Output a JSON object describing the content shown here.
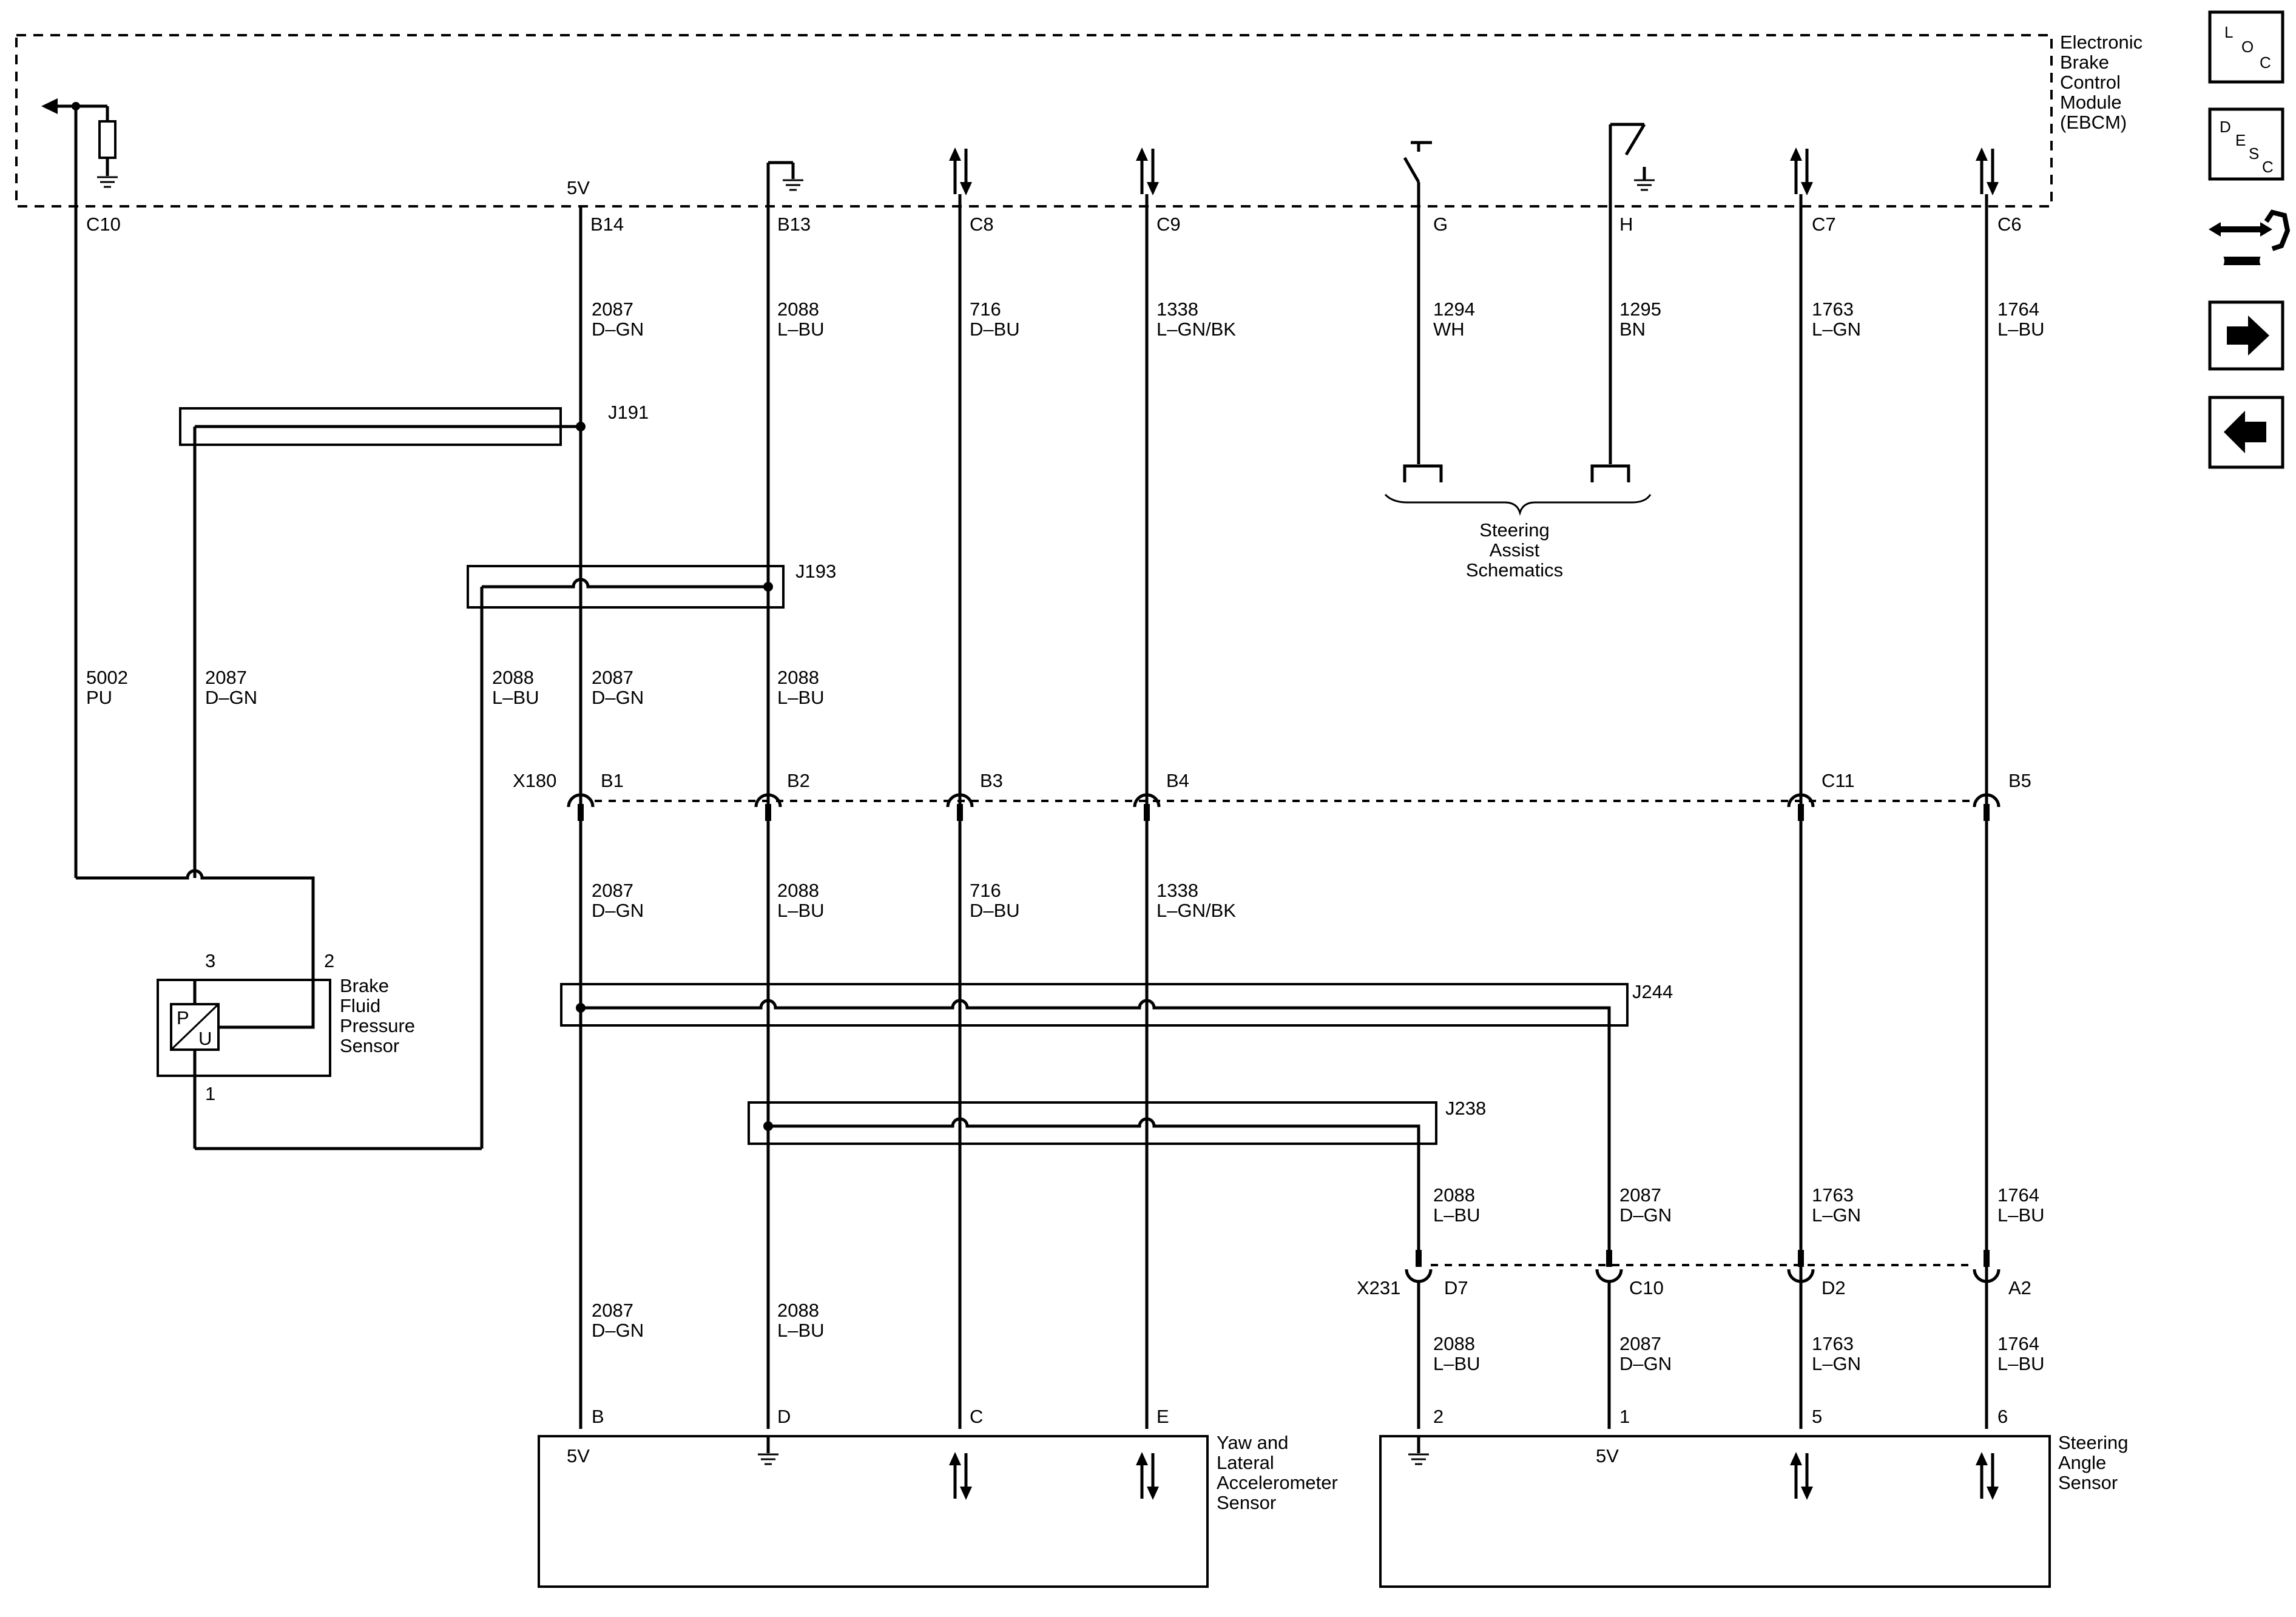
{
  "module": {
    "name_lines": [
      "Electronic",
      "Brake",
      "Control",
      "Module",
      "(EBCM)"
    ],
    "pins": [
      "C10",
      "B14",
      "B13",
      "C8",
      "C9",
      "G",
      "H",
      "C7",
      "C6"
    ],
    "labels": {
      "b14_voltage": "5V"
    }
  },
  "wires_top": [
    {
      "circuit": "2087",
      "color": "D–GN"
    },
    {
      "circuit": "2088",
      "color": "L–BU"
    },
    {
      "circuit": "716",
      "color": "D–BU"
    },
    {
      "circuit": "1338",
      "color": "L–GN/BK"
    },
    {
      "circuit": "1294",
      "color": "WH"
    },
    {
      "circuit": "1295",
      "color": "BN"
    },
    {
      "circuit": "1763",
      "color": "L–GN"
    },
    {
      "circuit": "1764",
      "color": "L–BU"
    }
  ],
  "splices": {
    "j191": "J191",
    "j193": "J193",
    "j244": "J244",
    "j238": "J238"
  },
  "steering_assist": {
    "lines": [
      "Steering",
      "Assist",
      "Schematics"
    ]
  },
  "mid_wires": [
    {
      "circuit": "5002",
      "color": "PU"
    },
    {
      "circuit": "2087",
      "color": "D–GN"
    },
    {
      "circuit": "2088",
      "color": "L–BU"
    },
    {
      "circuit": "2087",
      "color": "D–GN"
    },
    {
      "circuit": "2088",
      "color": "L–BU"
    }
  ],
  "x180": {
    "name": "X180",
    "pins": [
      "B1",
      "B2",
      "B3",
      "B4",
      "C11",
      "B5"
    ]
  },
  "lower_wires": [
    {
      "circuit": "2087",
      "color": "D–GN"
    },
    {
      "circuit": "2088",
      "color": "L–BU"
    },
    {
      "circuit": "716",
      "color": "D–BU"
    },
    {
      "circuit": "1338",
      "color": "L–GN/BK"
    }
  ],
  "bfps": {
    "name_lines": [
      "Brake",
      "Fluid",
      "Pressure",
      "Sensor"
    ],
    "pins": [
      "3",
      "2",
      "1"
    ],
    "symbol_p": "P",
    "symbol_u": "U"
  },
  "x231_upper": [
    {
      "circuit": "2088",
      "color": "L–BU"
    },
    {
      "circuit": "2087",
      "color": "D–GN"
    },
    {
      "circuit": "1763",
      "color": "L–GN"
    },
    {
      "circuit": "1764",
      "color": "L–BU"
    }
  ],
  "x231": {
    "name": "X231",
    "pins": [
      "D7",
      "C10",
      "D2",
      "A2"
    ]
  },
  "x231_lower": [
    {
      "circuit": "2088",
      "color": "L–BU"
    },
    {
      "circuit": "2087",
      "color": "D–GN"
    },
    {
      "circuit": "1763",
      "color": "L–GN"
    },
    {
      "circuit": "1764",
      "color": "L–BU"
    }
  ],
  "yaw_wires": [
    {
      "circuit": "2087",
      "color": "D–GN"
    },
    {
      "circuit": "2088",
      "color": "L–BU"
    }
  ],
  "yaw_sensor": {
    "name_lines": [
      "Yaw and",
      "Lateral",
      "Accelerometer",
      "Sensor"
    ],
    "pins": [
      "B",
      "D",
      "C",
      "E"
    ],
    "voltage": "5V"
  },
  "steering_angle_sensor": {
    "name_lines": [
      "Steering",
      "Angle",
      "Sensor"
    ],
    "pins": [
      "2",
      "1",
      "5",
      "6"
    ],
    "voltage": "5V"
  },
  "nav": {
    "loc": {
      "l": "L",
      "o": "O",
      "c": "C"
    },
    "desc": {
      "d": "D",
      "e": "E",
      "s": "S",
      "c": "C"
    }
  }
}
